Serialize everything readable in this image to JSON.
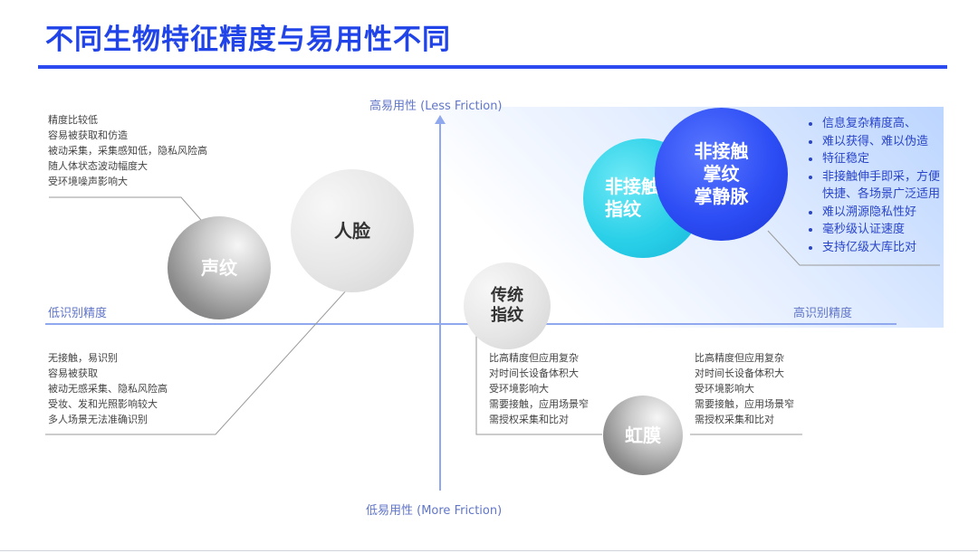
{
  "title": "不同生物特征精度与易用性不同",
  "axes": {
    "y_top": "高易用性 (Less Friction)",
    "y_bottom": "低易用性 (More Friction)",
    "x_left": "低识别精度",
    "x_right": "高识别精度"
  },
  "circles": {
    "voiceprint": "声纹",
    "face": "人脸",
    "traditional_fingerprint": [
      "传统",
      "指纹"
    ],
    "iris": "虹膜",
    "contactless_fingerprint": [
      "非接触",
      "指纹"
    ],
    "contactless_palm": [
      "非接触",
      "掌纹",
      "掌静脉"
    ]
  },
  "notes": {
    "voiceprint": [
      "精度比较低",
      "容易被获取和仿造",
      "被动采集，采集感知低，隐私风险高",
      "随人体状态波动幅度大",
      "受环境噪声影响大"
    ],
    "face": [
      "无接触，易识别",
      "容易被获取",
      "被动无感采集、隐私风险高",
      "受妆、发和光照影响较大",
      "多人场景无法准确识别"
    ],
    "traditional_fingerprint": [
      "比高精度但应用复杂",
      "对时间长设备体积大",
      "受环境影响大",
      "需要接触，应用场景窄",
      "需授权采集和比对"
    ],
    "iris": [
      "比高精度但应用复杂",
      "对时间长设备体积大",
      "受环境影响大",
      "需要接触，应用场景窄",
      "需授权采集和比对"
    ]
  },
  "palm_bullets": [
    {
      "text": "信息复杂精度高、",
      "bullet": true
    },
    {
      "text": "难以获得、难以伪造",
      "bullet": true
    },
    {
      "text": "特征稳定",
      "bullet": true
    },
    {
      "text": "非接触伸手即采，方便",
      "bullet": true
    },
    {
      "text": "快捷、各场景广泛适用",
      "bullet": false
    },
    {
      "text": "难以溯源隐私性好",
      "bullet": true
    },
    {
      "text": "毫秒级认证速度",
      "bullet": true
    },
    {
      "text": "支持亿级大库比对",
      "bullet": true
    }
  ],
  "colors": {
    "title": "#2144e8",
    "axis": "#8fa8ee",
    "palm_circle": "#2d4df5",
    "fingerprint_circle": "#2ad0e8"
  }
}
